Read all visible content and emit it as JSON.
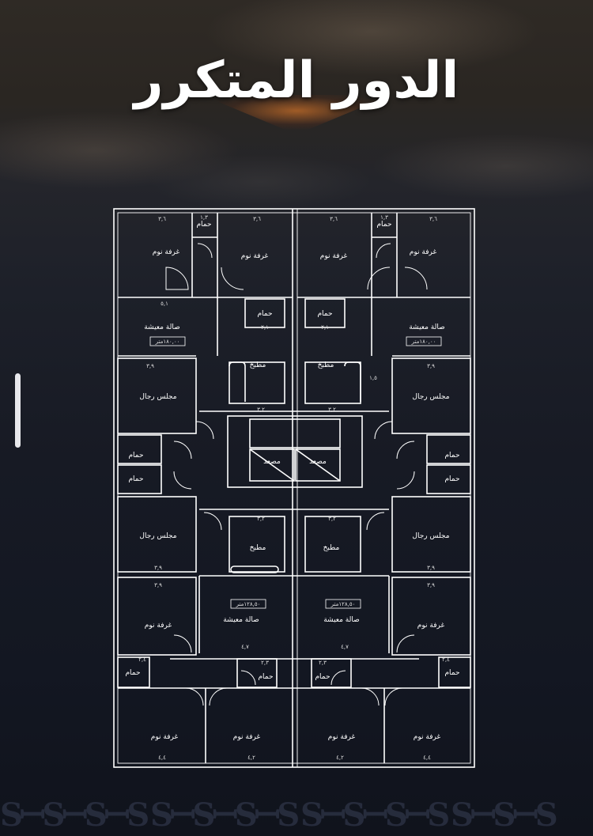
{
  "title": "الدور المتكرر",
  "colors": {
    "walls": "#ffffff",
    "accent_glow": "#c8692a",
    "background": "#171a24"
  },
  "plan": {
    "rooms": [
      {
        "id": "r1",
        "label": "غرفة نوم"
      },
      {
        "id": "r2",
        "label": "غرفة نوم"
      },
      {
        "id": "r3",
        "label": "غرفة نوم"
      },
      {
        "id": "r4",
        "label": "غرفة نوم"
      },
      {
        "id": "r5",
        "label": "حمام"
      },
      {
        "id": "r6",
        "label": "حمام"
      },
      {
        "id": "r7",
        "label": "حمام"
      },
      {
        "id": "r8",
        "label": "حمام"
      },
      {
        "id": "r9",
        "label": "صالة معيشة"
      },
      {
        "id": "r10",
        "label": "صالة معيشة"
      },
      {
        "id": "r11",
        "label": "مطبخ"
      },
      {
        "id": "r12",
        "label": "مطبخ"
      },
      {
        "id": "r13",
        "label": "مجلس رجال"
      },
      {
        "id": "r14",
        "label": "مجلس رجال"
      },
      {
        "id": "r15",
        "label": "حمام"
      },
      {
        "id": "r16",
        "label": "حمام"
      },
      {
        "id": "r17",
        "label": "حمام"
      },
      {
        "id": "r18",
        "label": "حمام"
      },
      {
        "id": "r19",
        "label": "مصعد"
      },
      {
        "id": "r20",
        "label": "مصعد"
      },
      {
        "id": "r21",
        "label": "مجلس رجال"
      },
      {
        "id": "r22",
        "label": "مجلس رجال"
      },
      {
        "id": "r23",
        "label": "مطبخ"
      },
      {
        "id": "r24",
        "label": "مطبخ"
      },
      {
        "id": "r25",
        "label": "صالة معيشة"
      },
      {
        "id": "r26",
        "label": "صالة معيشة"
      },
      {
        "id": "r27",
        "label": "غرفة نوم"
      },
      {
        "id": "r28",
        "label": "غرفة نوم"
      },
      {
        "id": "r29",
        "label": "حمام"
      },
      {
        "id": "r30",
        "label": "حمام"
      },
      {
        "id": "r31",
        "label": "حمام"
      },
      {
        "id": "r32",
        "label": "حمام"
      },
      {
        "id": "r33",
        "label": "غرفة نوم"
      },
      {
        "id": "r34",
        "label": "غرفة نوم"
      },
      {
        "id": "r35",
        "label": "غرفة نوم"
      },
      {
        "id": "r36",
        "label": "غرفة نوم"
      }
    ],
    "areas": [
      {
        "id": "a1",
        "label": "١٨٠,٠٠متر"
      },
      {
        "id": "a2",
        "label": "١٨٠,٠٠متر"
      },
      {
        "id": "a3",
        "label": "١٢٨,٥٠متر"
      },
      {
        "id": "a4",
        "label": "١٢٨,٥٠متر"
      }
    ],
    "dimensions": [
      {
        "id": "d1",
        "label": "٣,٦"
      },
      {
        "id": "d2",
        "label": "٣,٦"
      },
      {
        "id": "d3",
        "label": "٣,٦"
      },
      {
        "id": "d4",
        "label": "٣,٦"
      },
      {
        "id": "d5",
        "label": "١,٣"
      },
      {
        "id": "d6",
        "label": "١,٣"
      },
      {
        "id": "d7",
        "label": "٥,١"
      },
      {
        "id": "d8",
        "label": "٢,١"
      },
      {
        "id": "d9",
        "label": "٢,١"
      },
      {
        "id": "d10",
        "label": "٣,٩"
      },
      {
        "id": "d11",
        "label": "٣,٩"
      },
      {
        "id": "d12",
        "label": "١,٥"
      },
      {
        "id": "d13",
        "label": "٣,٢"
      },
      {
        "id": "d14",
        "label": "٣,٢"
      },
      {
        "id": "d15",
        "label": "٣,٢"
      },
      {
        "id": "d16",
        "label": "٣,٢"
      },
      {
        "id": "d17",
        "label": "٣,٩"
      },
      {
        "id": "d18",
        "label": "٣,٩"
      },
      {
        "id": "d19",
        "label": "٣,٩"
      },
      {
        "id": "d20",
        "label": "٣,٩"
      },
      {
        "id": "d21",
        "label": "٤,٧"
      },
      {
        "id": "d22",
        "label": "٤,٧"
      },
      {
        "id": "d23",
        "label": "٢,٣"
      },
      {
        "id": "d24",
        "label": "٢,٣"
      },
      {
        "id": "d25",
        "label": "٤,٤"
      },
      {
        "id": "d26",
        "label": "٤,٢"
      },
      {
        "id": "d27",
        "label": "٤,٢"
      },
      {
        "id": "d28",
        "label": "٤,٤"
      },
      {
        "id": "d29",
        "label": "٢,٤"
      },
      {
        "id": "d30",
        "label": "٢,٤"
      }
    ]
  }
}
